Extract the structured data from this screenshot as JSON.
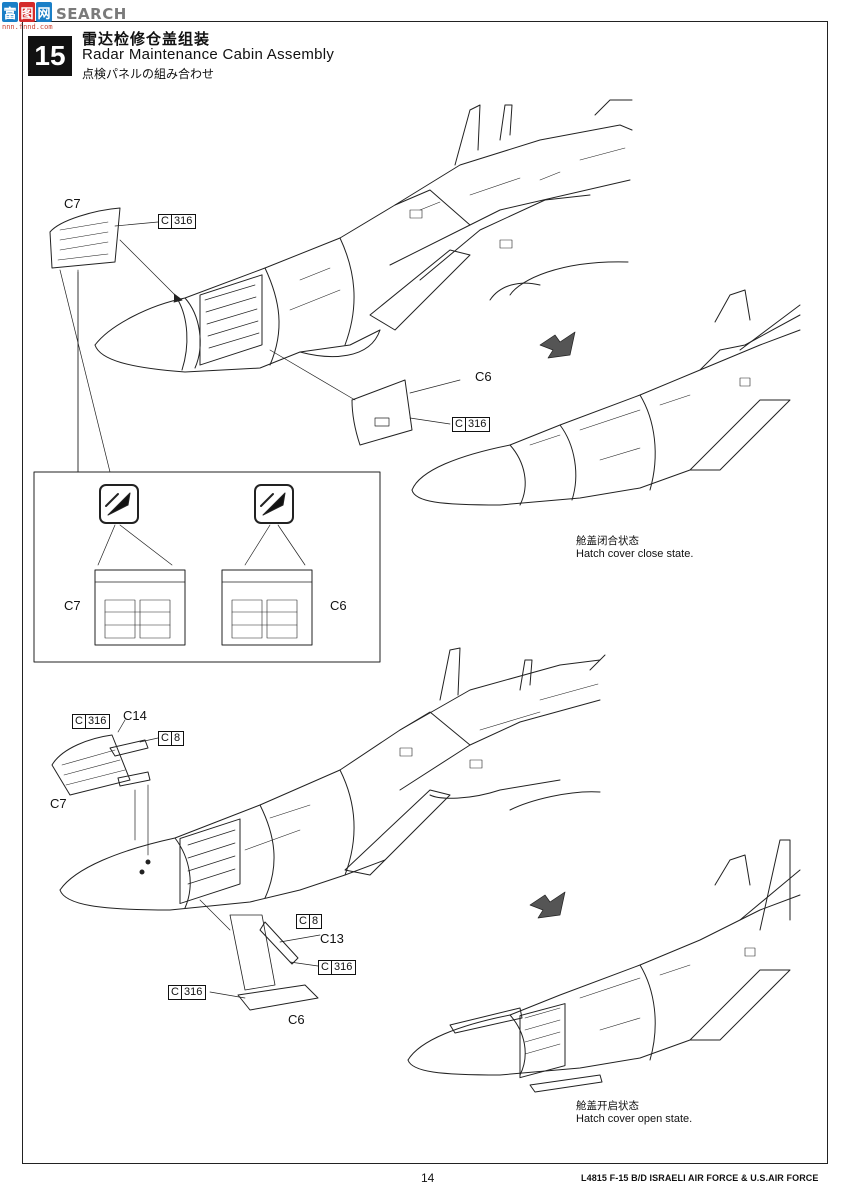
{
  "watermark": {
    "logo_chars": [
      "富",
      "图",
      "网"
    ],
    "text": "SEARCH",
    "url": "nnn.fnnd.com"
  },
  "step": {
    "number": "15",
    "title_cn": "雷达检修仓盖组装",
    "title_en": "Radar Maintenance Cabin Assembly",
    "title_jp": "点検パネルの組み合わせ"
  },
  "parts": {
    "c7_top": "C7",
    "c6_top": "C6",
    "c7_inset": "C7",
    "c6_inset": "C6",
    "c14": "C14",
    "c7_bottom": "C7",
    "c13": "C13",
    "c6_bottom": "C6"
  },
  "paint_boxes": {
    "a": {
      "code": "C",
      "num": "316"
    },
    "b": {
      "code": "C",
      "num": "316"
    },
    "c": {
      "code": "C",
      "num": "316"
    },
    "d": {
      "code": "C",
      "num": "8"
    },
    "e": {
      "code": "C",
      "num": "8"
    },
    "f": {
      "code": "C",
      "num": "316"
    },
    "g": {
      "code": "C",
      "num": "316"
    }
  },
  "states": {
    "closed_cn": "舱盖闭合状态",
    "closed_en": "Hatch cover close state.",
    "open_cn": "舱盖开启状态",
    "open_en": "Hatch cover open state."
  },
  "footer": {
    "page": "14",
    "product": "L4815 F-15 B/D ISRAELI AIR FORCE & U.S.AIR FORCE"
  }
}
